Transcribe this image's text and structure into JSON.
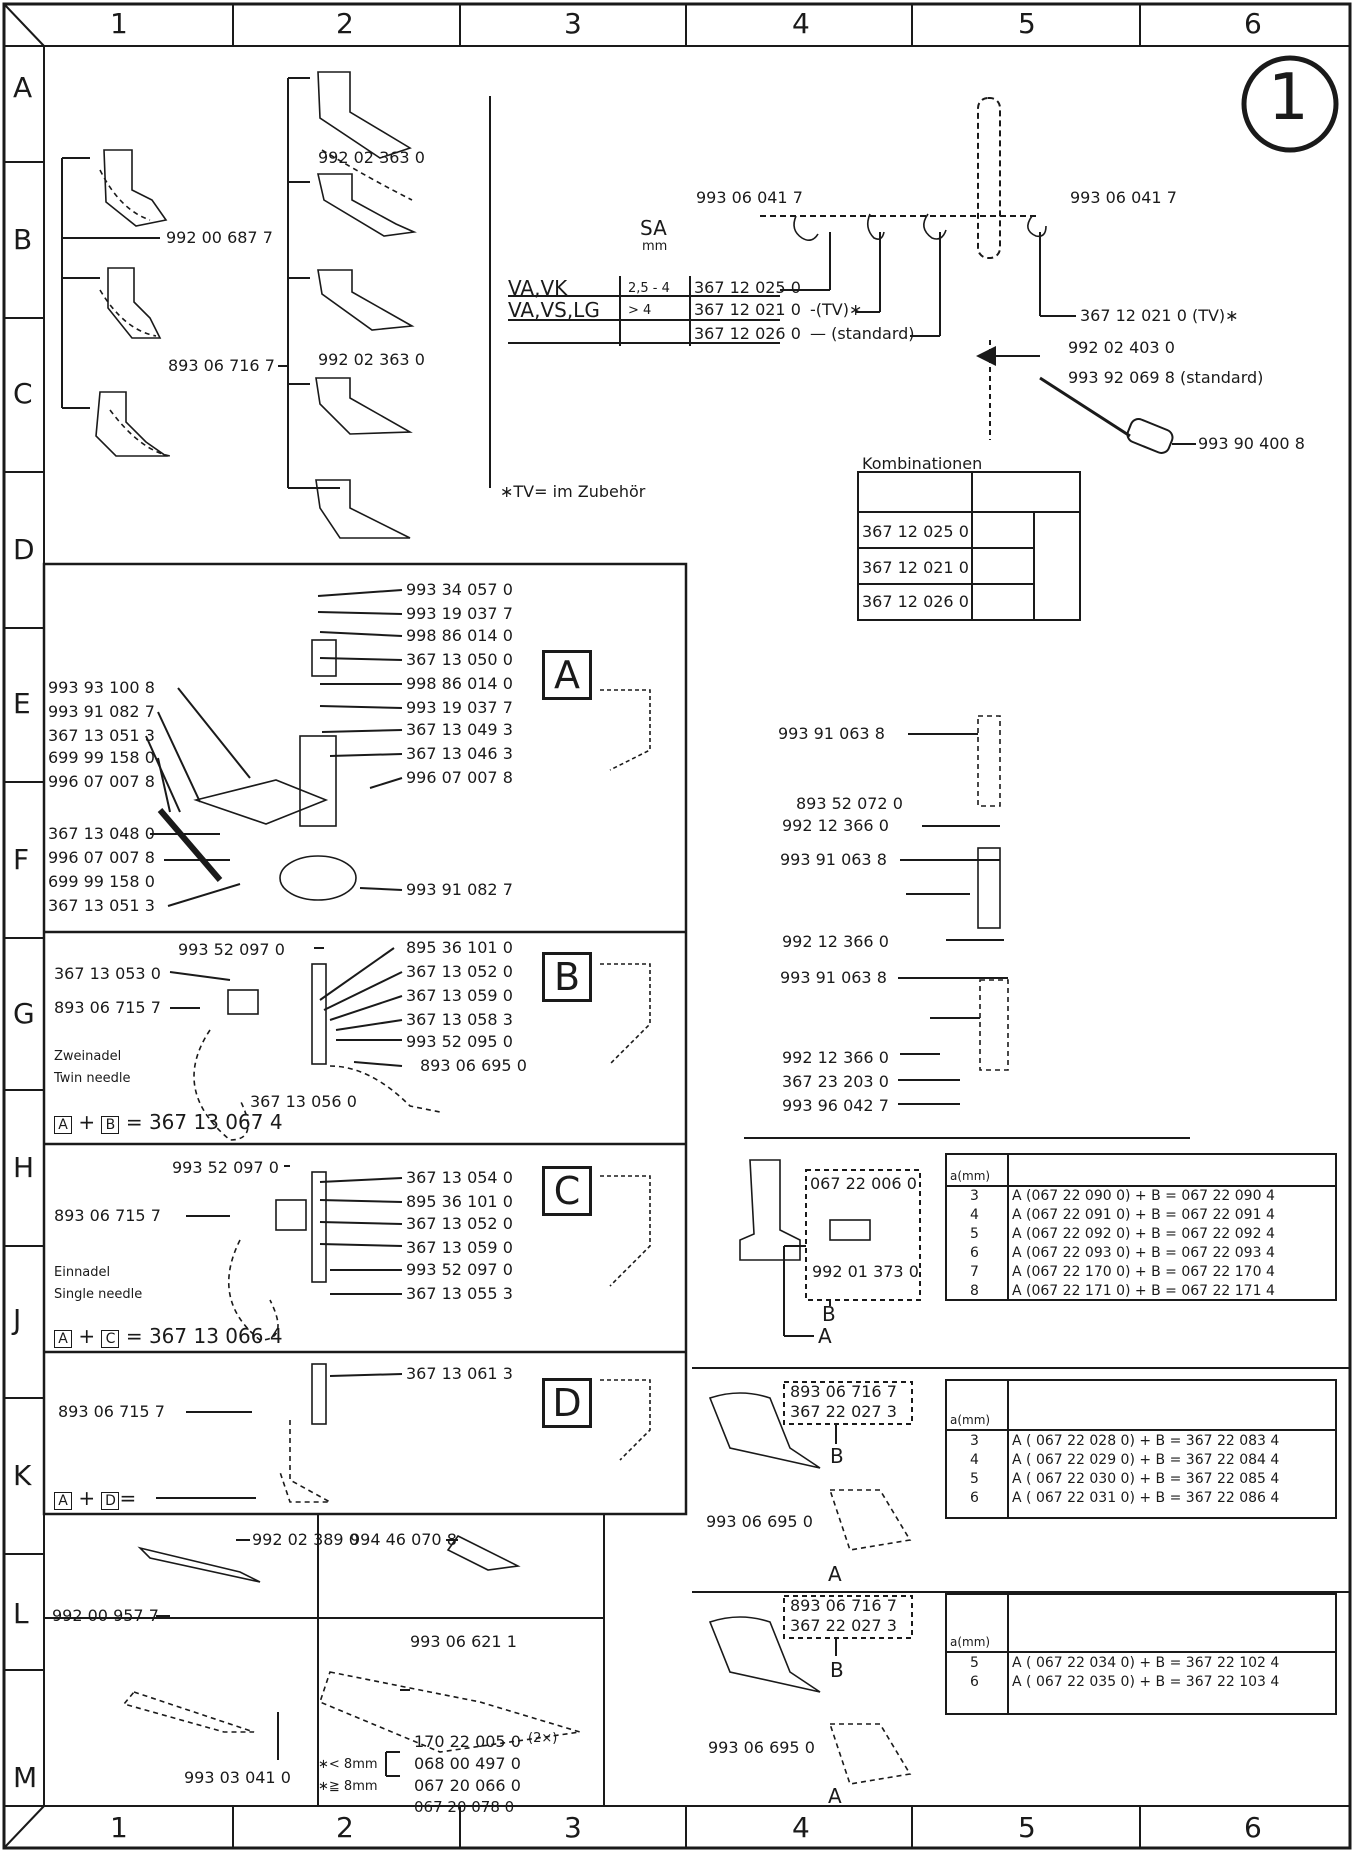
{
  "page_marker": "1",
  "grid": {
    "columns": [
      "1",
      "2",
      "3",
      "4",
      "5",
      "6"
    ],
    "rows": [
      "A",
      "B",
      "C",
      "D",
      "E",
      "F",
      "G",
      "H",
      "J",
      "K",
      "L",
      "M"
    ]
  },
  "presser_feet": {
    "left_part": "992 00 687 7",
    "top_part": "992 02 363 0",
    "mid_part": "992 02 363 0",
    "column_part": "893 06 716 7"
  },
  "needle_guides": {
    "sa_label": "SA",
    "sa_unit": "mm",
    "rows": [
      {
        "label": "VA,VK",
        "range": "2,5 -  4",
        "part": "367 12 025 0",
        "note": ""
      },
      {
        "label": "VA,VS,LG",
        "range": ">   4",
        "part": "367 12 021 0",
        "note": "-(TV)∗"
      },
      {
        "label": "",
        "range": "",
        "part": "367 12 026 0",
        "note": "— (standard)"
      }
    ],
    "screw_left": "993 06 041 7",
    "screw_right": "993 06 041 7",
    "tv_part": "367 12 021 0 (TV)∗",
    "needle_screw": "992 02 403 0",
    "needle_std": "993 92 069 8 (standard)",
    "screwdriver": "993 90 400 8",
    "footnote": "∗TV= im Zubehör",
    "kombinationen_title": "Kombinationen",
    "kombinationen": [
      "367 12 025 0",
      "367 12 021 0",
      "367 12 026 0"
    ]
  },
  "section_a": {
    "letter": "A",
    "right_parts": [
      "993 34 057 0",
      "993 19 037 7",
      "998 86 014 0",
      "367 13 050 0",
      "998 86 014 0",
      "993 19 037 7",
      "367 13 049 3",
      "367 13 046 3",
      "996 07 007 8"
    ],
    "left_parts": [
      "993 93 100 8",
      "993 91 082 7",
      "367 13 051  3",
      "699 99 158 0",
      "996 07 007 8"
    ],
    "left_lower": [
      "367 13 048  0",
      "996 07 007  8",
      "699 99 158 0",
      "367 13 051  3"
    ],
    "bottom_right": "993 91 082 7"
  },
  "section_b": {
    "letter": "B",
    "top_left": "993 52 097 0",
    "left": [
      "367 13 053 0",
      "893 06 715 7"
    ],
    "right": [
      "895 36 101 0",
      "367 13 052 0",
      "367 13 059 0",
      "367 13 058 3",
      "993 52 095 0",
      "893 06 695  0"
    ],
    "bottom": "367 13 056 0",
    "caption_de": "Zweinadel",
    "caption_en": "Twin needle",
    "formula_result": "= 367  13  067  4"
  },
  "section_c": {
    "letter": "C",
    "top_left": "993 52 097 0",
    "left": "893 06 715 7",
    "right": [
      "367 13 054 0",
      "895 36 101 0",
      "367 13 052 0",
      "367 13 059 0",
      "993 52 097 0",
      "367 13 055 3"
    ],
    "caption_de": "Einnadel",
    "caption_en": "Single needle",
    "formula_result": "= 367  13  066  4"
  },
  "section_d": {
    "letter": "D",
    "left": "893 06 715 7",
    "right": "367 13 061 3",
    "formula_result": "="
  },
  "plates": {
    "p1": "992 02 389 0",
    "p2": "994 46 070 8",
    "p3": "992 00 957 7",
    "p4": "993 03 041 0",
    "p5_top": "993 06 621 1",
    "p5_a": "170 22 005  0",
    "p5_a_note": "(2×)",
    "p5_b_label": "∗< 8mm",
    "p5_b": "068 00 497 0",
    "p5_c_label": "∗≧ 8mm",
    "p5_c": "067 20 066 0",
    "p5_d": "067 20 078 0"
  },
  "guides_right": {
    "g1": [
      "993 91 063 8",
      "893 52 072 0",
      "992 12 366 0"
    ],
    "g2": [
      "993 91  063  8",
      "992 12  366  0"
    ],
    "g3": [
      "993 91 063  8",
      "992 12 366  0",
      "367 23 203  0",
      "993 96 042  7"
    ]
  },
  "table1": {
    "header": "a(mm)",
    "box_parts": [
      "067 22 006 0",
      "992 01 373 0"
    ],
    "label_b": "B",
    "label_a": "A",
    "rows": [
      {
        "a": "3",
        "value": "A (067  22  090  0) + B = 067  22  090  4"
      },
      {
        "a": "4",
        "value": "A (067  22  091  0) + B = 067  22  091  4"
      },
      {
        "a": "5",
        "value": "A (067  22  092  0) + B = 067  22  092  4"
      },
      {
        "a": "6",
        "value": "A (067  22  093  0) + B = 067  22  093  4"
      },
      {
        "a": "7",
        "value": "A (067  22  170  0) + B = 067  22  170  4"
      },
      {
        "a": "8",
        "value": "A (067  22  171  0) + B = 067  22  171  4"
      }
    ]
  },
  "table2": {
    "header": "a(mm)",
    "box_parts": [
      "893 06 716 7",
      "367 22 027 3"
    ],
    "label_b": "B",
    "label_a": "A",
    "screw": "993 06 695 0",
    "rows": [
      {
        "a": "3",
        "value": "A ( 067  22  028  0) + B = 367 22 083  4"
      },
      {
        "a": "4",
        "value": "A ( 067  22  029  0) + B = 367 22 084  4"
      },
      {
        "a": "5",
        "value": "A ( 067  22  030  0) + B = 367 22 085  4"
      },
      {
        "a": "6",
        "value": "A ( 067  22  031  0) + B = 367 22 086  4"
      }
    ]
  },
  "table3": {
    "header": "a(mm)",
    "box_parts": [
      "893 06 716 7",
      "367 22 027 3"
    ],
    "label_b": "B",
    "label_a": "A",
    "screw": "993 06 695 0",
    "rows": [
      {
        "a": "5",
        "value": "A ( 067  22  034  0) + B = 367 22 102  4"
      },
      {
        "a": "6",
        "value": "A ( 067  22  035  0) + B = 367 22 103  4"
      }
    ]
  }
}
